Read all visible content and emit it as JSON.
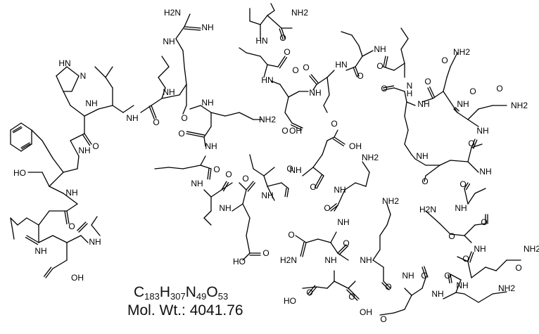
{
  "formula": {
    "parts": [
      {
        "el": "C",
        "n": "183"
      },
      {
        "el": "H",
        "n": "307"
      },
      {
        "el": "N",
        "n": "49"
      },
      {
        "el": "O",
        "n": "53"
      }
    ]
  },
  "mol_wt": {
    "label": "Mol. Wt.:",
    "value": "4041.76"
  },
  "atom_labels": {
    "nh": "NH",
    "nh2": "NH2",
    "hn": "HN",
    "h2n": "H2N",
    "n": "N",
    "h": "H",
    "o": "O",
    "oh": "OH",
    "ho": "HO"
  }
}
